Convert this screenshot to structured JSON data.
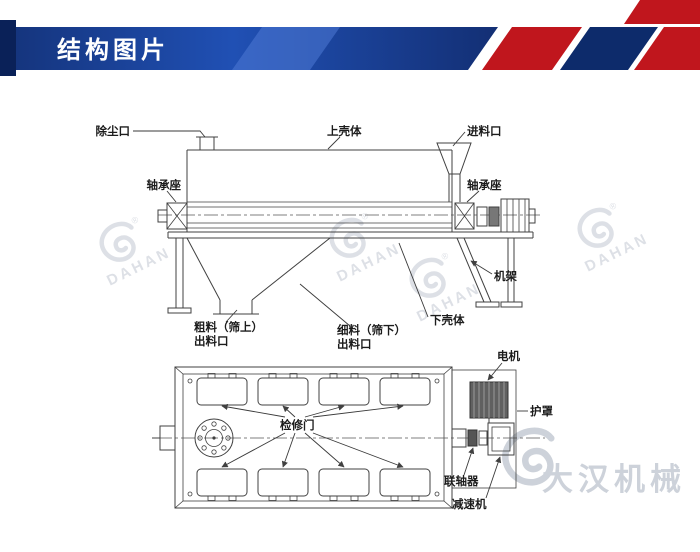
{
  "header": {
    "title": "结构图片"
  },
  "side_view": {
    "labels": {
      "dust_port": "除尘口",
      "upper_shell": "上壳体",
      "feed_inlet": "进料口",
      "bearing_left": "轴承座",
      "bearing_right": "轴承座",
      "frame": "机架",
      "lower_shell": "下壳体",
      "coarse_outlet_line1": "粗料（筛上）",
      "coarse_outlet_line2": "出料口",
      "fine_outlet_line1": "细料（筛下）",
      "fine_outlet_line2": "出料口"
    }
  },
  "top_view": {
    "labels": {
      "inspection_door": "检修门",
      "motor": "电机",
      "guard": "护罩",
      "coupling": "联轴器",
      "reducer": "减速机"
    }
  },
  "watermarks": {
    "logo_text": "DAHAN",
    "registered_mark": "®",
    "brand_text": "大汉机械"
  },
  "colors": {
    "banner_blue_dark": "#0c2a66",
    "banner_blue": "#1d449c",
    "banner_red": "#c0161d",
    "line": "#404040",
    "watermark": "#c2c8d2"
  }
}
